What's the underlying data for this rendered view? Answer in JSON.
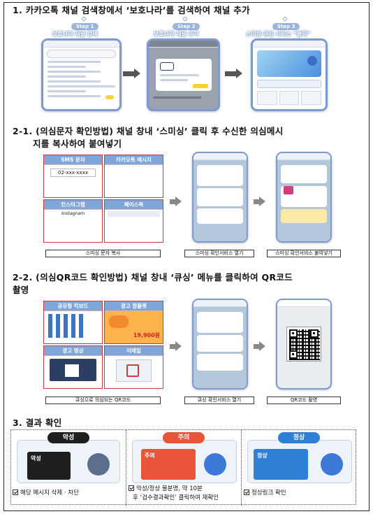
{
  "section1": {
    "heading": "1. 카카오톡 채널 검색창에서 ‘보호나라’를 검색하여 채널 추가",
    "steps": [
      {
        "pill": "Step 1",
        "label": "보호나라 채널 검색"
      },
      {
        "pill": "Step 2",
        "label": "보호나라 채널 추가"
      },
      {
        "pill": "Step 3",
        "label": "스미싱·큐싱 서비스 “클릭”"
      }
    ]
  },
  "section21": {
    "heading_line1": "2-1. (의심문자 확인방법) 채널 창내 ‘스미싱’ 클릭 후 수신한 의심메시",
    "heading_line2": "지를 복사하여 붙여넣기",
    "tiles": [
      {
        "title": "SMS 문자",
        "number": "02-xxx-xxxx"
      },
      {
        "title": "카카오톡 메시지"
      },
      {
        "title": "인스타그램",
        "brand": "Instagram"
      },
      {
        "title": "페이스북"
      }
    ],
    "captions": [
      "스미싱 문자 복사",
      "스미싱 확인서비스 열기",
      "스미싱 확인서비스 붙여넣기"
    ]
  },
  "section22": {
    "heading_line1": "2-2. (의심QR코드 확인방법) 채널 창내 ‘큐싱’ 메뉴를 클릭하여 QR코드",
    "heading_line2": "촬영",
    "tiles": [
      {
        "title": "공유형 킥보드"
      },
      {
        "title": "광고 팜플렛",
        "price": "19,900원"
      },
      {
        "title": "광고 영상"
      },
      {
        "title": "이메일"
      }
    ],
    "captions": [
      "큐싱으로 의심되는 QR코드",
      "큐싱 확인서비스 열기",
      "QR코드 촬영"
    ]
  },
  "section3": {
    "heading": "3. 결과 확인",
    "results": [
      {
        "badge": "악성",
        "card_title": "악성",
        "note": "해당 메시지 삭제 · 차단",
        "color": "#1f1f1f"
      },
      {
        "badge": "주의",
        "card_title": "주의",
        "note_line1": "악성/정상 불분명, 약 10분",
        "note_line2": "후 ‘검수결과확인’ 클릭하여 재확인",
        "color": "#e8553b"
      },
      {
        "badge": "정상",
        "card_title": "정상",
        "note": "정상링크 확인",
        "color": "#2f7fd6"
      }
    ]
  }
}
